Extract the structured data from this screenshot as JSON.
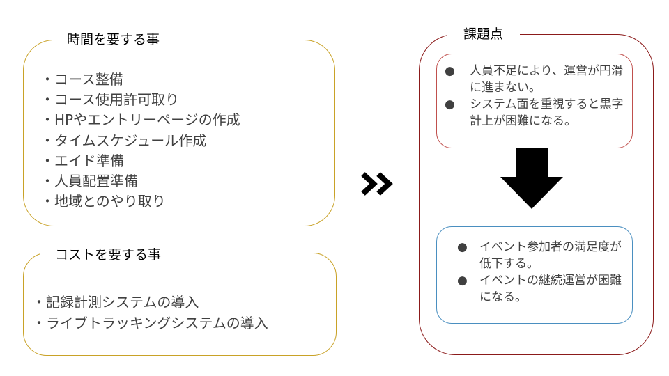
{
  "time_box": {
    "title": "時間を要する事",
    "items": [
      "・コース整備",
      "・コース使用許可取り",
      "・HPやエントリーページの作成",
      "・タイムスケジュール作成",
      "・エイド準備",
      "・人員配置準備",
      "・地域とのやり取り"
    ]
  },
  "cost_box": {
    "title": "コストを要する事",
    "items": [
      "・記録計測システムの導入",
      "・ライブトラッキングシステムの導入"
    ]
  },
  "issues_box": {
    "title": "課題点",
    "problems": [
      "人員不足により、運営が円滑に進まない。",
      "システム面を重視すると黒字計上が困難になる。"
    ],
    "effects": [
      "イベント参加者の満足度が低下する。",
      "イベントの継続運営が困難になる。"
    ]
  },
  "icons": {
    "transition": "double-chevron-right-icon",
    "result": "down-arrow-icon",
    "bullet": "●"
  },
  "colors": {
    "left_box_border": "#c9a227",
    "issues_border": "#8b1a1a",
    "problems_border": "#c0504d",
    "effects_border": "#4a8fc0",
    "arrow": "#000000"
  }
}
